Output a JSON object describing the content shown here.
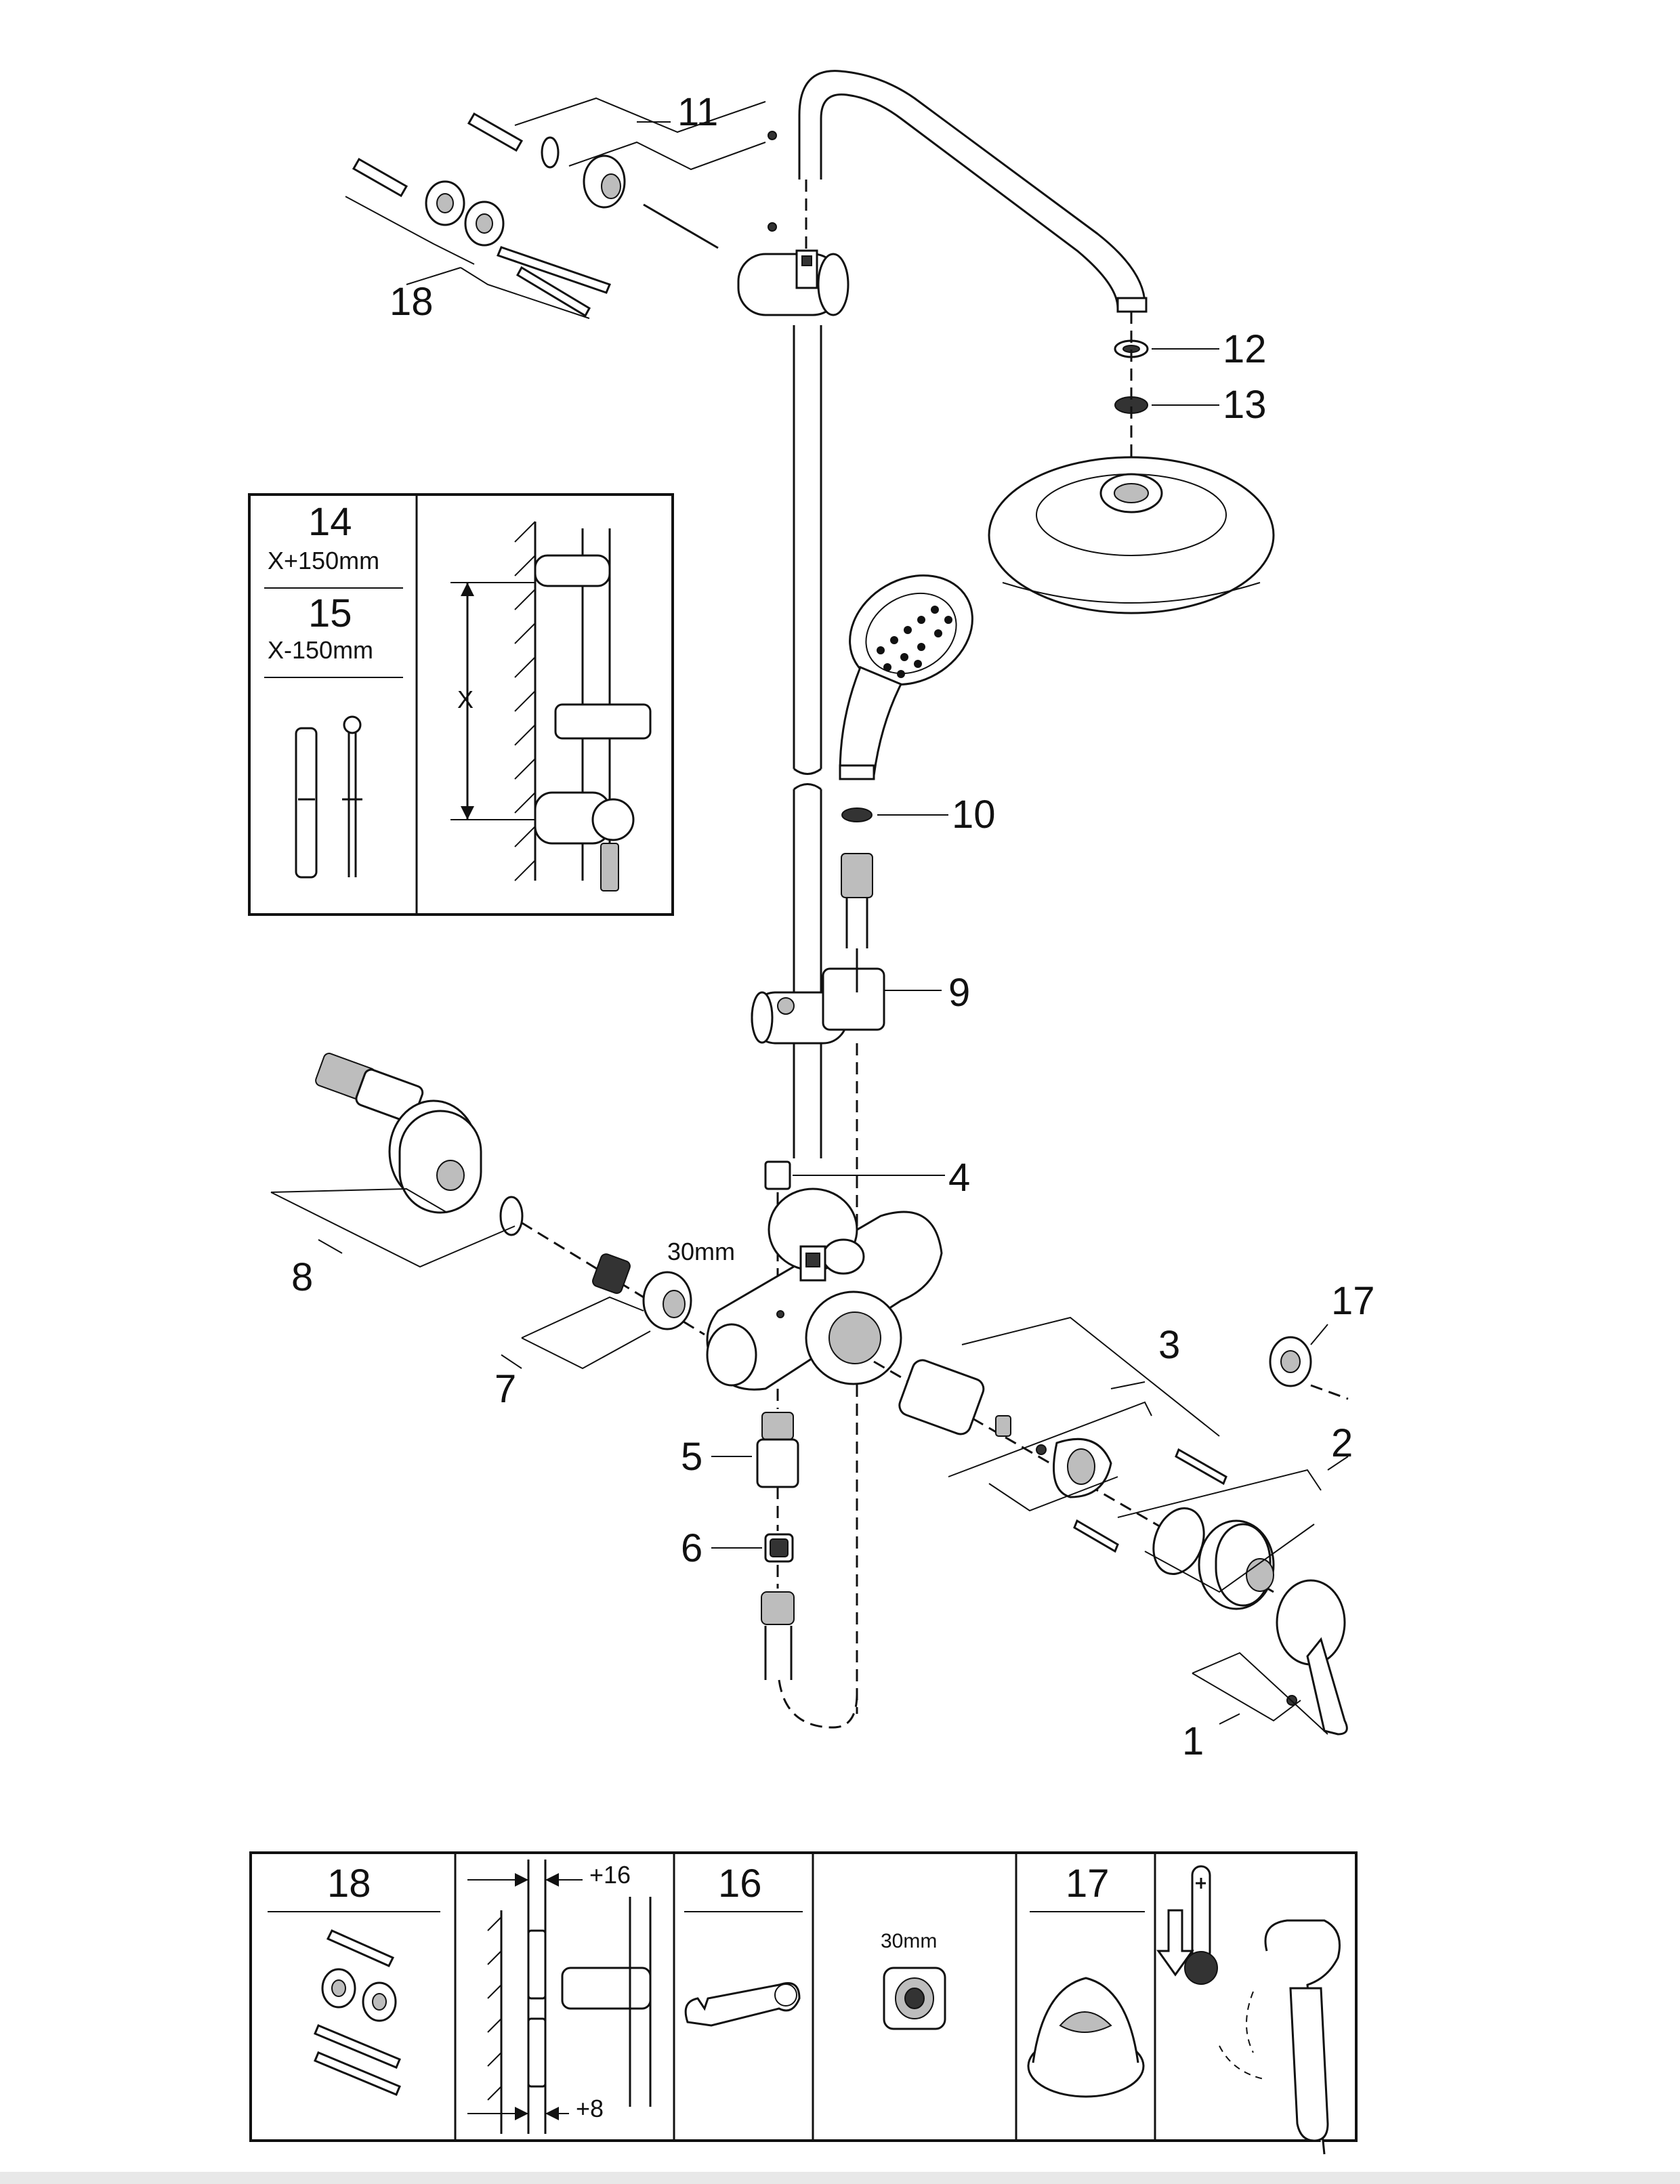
{
  "callouts": {
    "c1": "1",
    "c2": "2",
    "c3": "3",
    "c4": "4",
    "c5": "5",
    "c6": "6",
    "c7": "7",
    "c8": "8",
    "c9": "9",
    "c10": "10",
    "c11": "11",
    "c12": "12",
    "c13": "13",
    "c17": "17",
    "c18": "18"
  },
  "size_label": "30mm",
  "height_box": {
    "item14": "14",
    "item14_dim": "X+150mm",
    "item15": "15",
    "item15_dim": "X-150mm",
    "x_label": "X"
  },
  "bottom_panel": {
    "p18": "18",
    "offset_top": "+16",
    "offset_bottom": "+8",
    "p16": "16",
    "nut_size": "30mm",
    "p17": "17"
  },
  "colors": {
    "line": "#111111",
    "shade": "#bdbdbd",
    "paper": "#ffffff"
  }
}
